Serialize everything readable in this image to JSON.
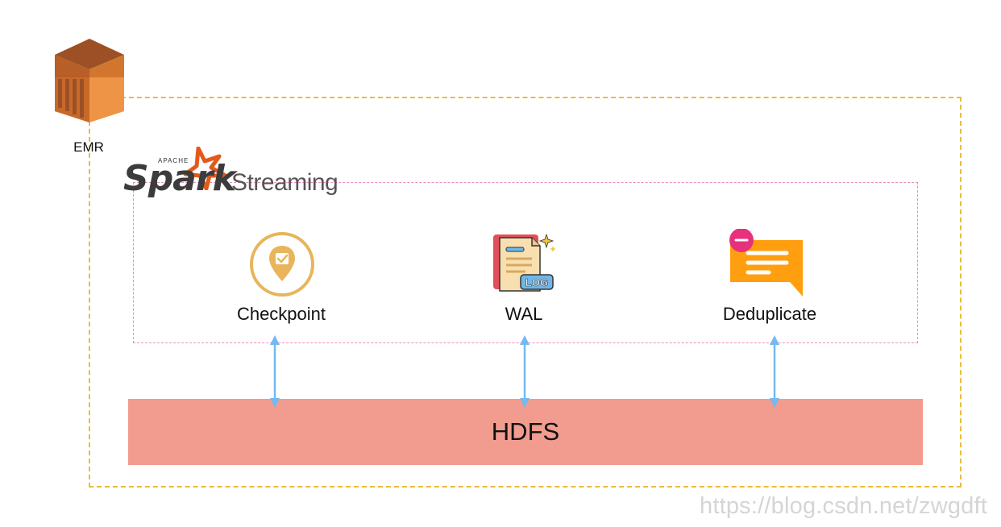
{
  "emr": {
    "label": "EMR"
  },
  "spark": {
    "apache": "APACHE",
    "name": "Spark",
    "streaming": "Streaming"
  },
  "components": [
    {
      "label": "Checkpoint",
      "icon": "checkpoint-location-pin-icon"
    },
    {
      "label": "WAL",
      "icon": "log-document-icon"
    },
    {
      "label": "Deduplicate",
      "icon": "message-remove-icon"
    }
  ],
  "storage": {
    "label": "HDFS"
  },
  "watermark": "https://blog.csdn.net/zwgdft",
  "colors": {
    "emr_border": "#e9bd3a",
    "spark_border": "#ea8fbf",
    "hdfs_fill": "#f19c8e",
    "arrow": "#74b9f0",
    "emr_orange": "#e88a3c"
  }
}
